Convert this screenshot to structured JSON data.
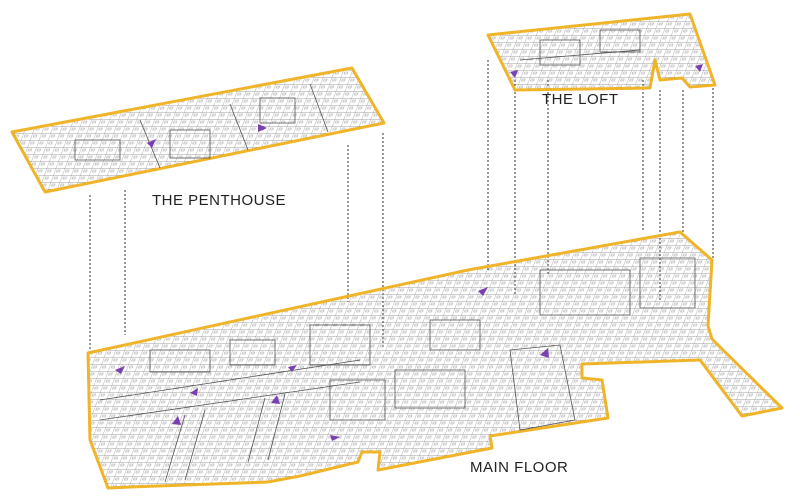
{
  "floors": [
    {
      "id": "penthouse",
      "label": "THE PENTHOUSE"
    },
    {
      "id": "loft",
      "label": "THE LOFT"
    },
    {
      "id": "main",
      "label": "MAIN FLOOR"
    }
  ],
  "colors": {
    "outline": "#f0b429",
    "linework": "#555555",
    "arrow": "#7a3fb0",
    "connector": "#333333"
  },
  "icons": [
    "direction-arrow-icon"
  ]
}
